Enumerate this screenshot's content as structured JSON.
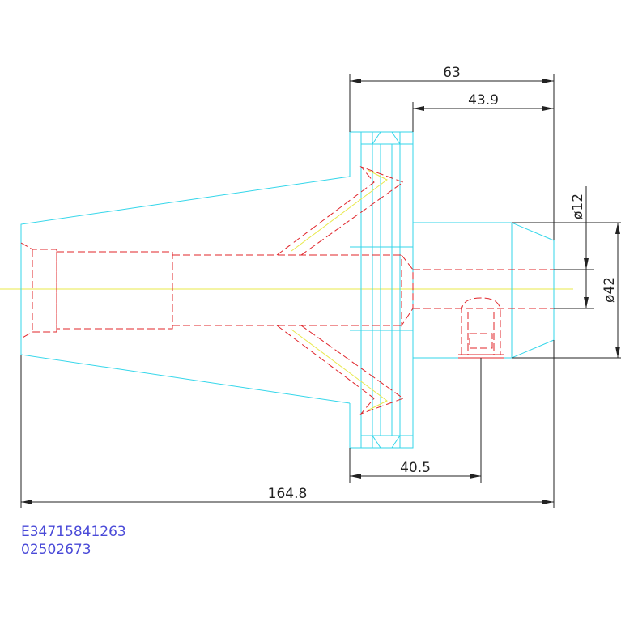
{
  "drawing": {
    "dimensions": {
      "overall_length": "164.8",
      "flange_to_end": "63",
      "shank_length": "43.9",
      "flange_to_pin": "40.5",
      "bore_diameter": "ø12",
      "body_diameter": "ø42"
    },
    "codes": {
      "line1": "E34715841263",
      "line2": "02502673"
    },
    "colors": {
      "outline": "#33d6ea",
      "hidden": "#e0242a",
      "centerline": "#e8e84a",
      "dimension": "#222222",
      "code_text": "#4a4ad8"
    }
  }
}
